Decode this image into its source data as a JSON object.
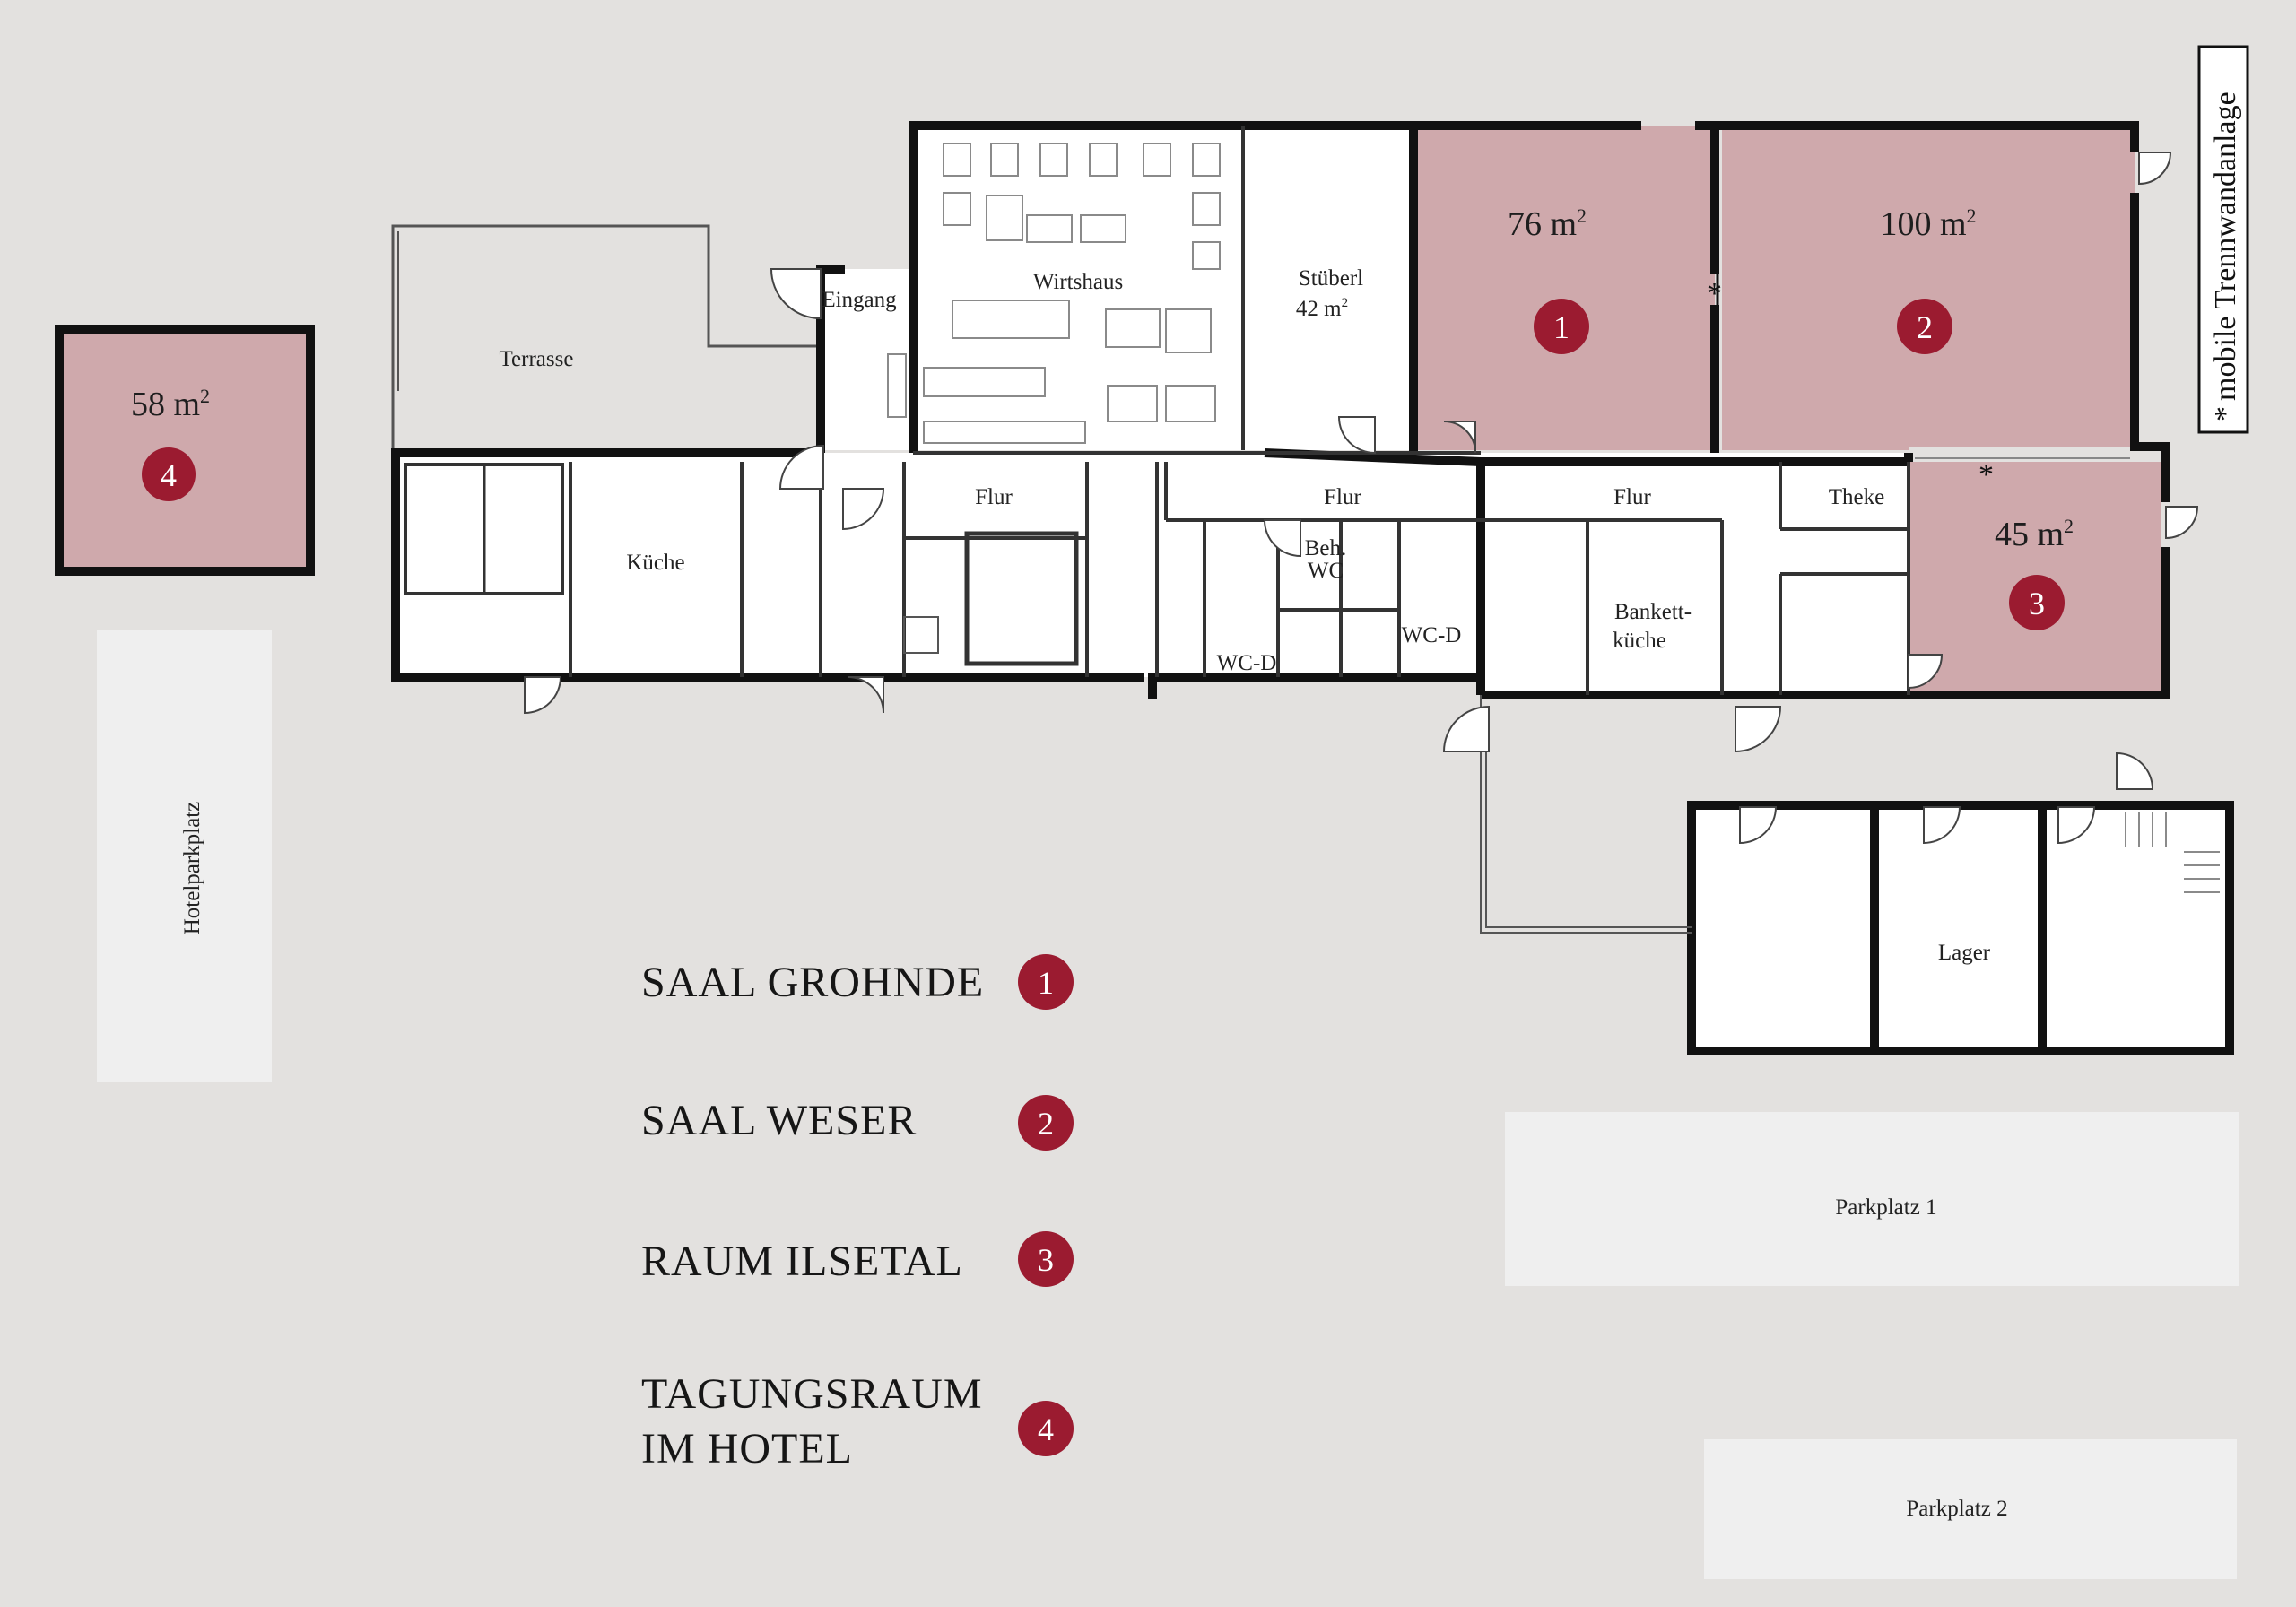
{
  "rooms": {
    "r1": {
      "area_value": "76 m",
      "area_sup": "2",
      "number": "1"
    },
    "r2": {
      "area_value": "100 m",
      "area_sup": "2",
      "number": "2"
    },
    "r3": {
      "area_value": "45 m",
      "area_sup": "2",
      "number": "3"
    },
    "r4": {
      "area_value": "58 m",
      "area_sup": "2",
      "number": "4"
    }
  },
  "labels": {
    "terrasse": "Terrasse",
    "eingang": "Eingang",
    "wirtshaus": "Wirtshaus",
    "stueberl": "Stüberl",
    "stueberl_area": "42 m",
    "stueberl_sup": "2",
    "kueche": "Küche",
    "flur1": "Flur",
    "flur2": "Flur",
    "flur3": "Flur",
    "theke": "Theke",
    "beh": "Beh.",
    "wc": "WC",
    "wcd1": "WC-D",
    "wcd2": "WC-D",
    "bankett1": "Bankett-",
    "bankett2": "küche",
    "lager": "Lager",
    "hotelparkplatz": "Hotelparkplatz",
    "parkplatz1": "Parkplatz 1",
    "parkplatz2": "Parkplatz 2"
  },
  "note": {
    "star": "*",
    "text": "mobile Trennwandanlage"
  },
  "legend": [
    {
      "lines": [
        "SAAL GROHNDE"
      ],
      "number": "1"
    },
    {
      "lines": [
        "SAAL WESER"
      ],
      "number": "2"
    },
    {
      "lines": [
        "RAUM ILSETAL"
      ],
      "number": "3"
    },
    {
      "lines": [
        "TAGUNGSRAUM",
        "IM HOTEL"
      ],
      "number": "4"
    }
  ],
  "colors": {
    "background": "#e3e1df",
    "room_fill": "#cfa9ac",
    "badge": "#9b1b30",
    "floor": "#ffffff",
    "parking": "#efefef"
  }
}
